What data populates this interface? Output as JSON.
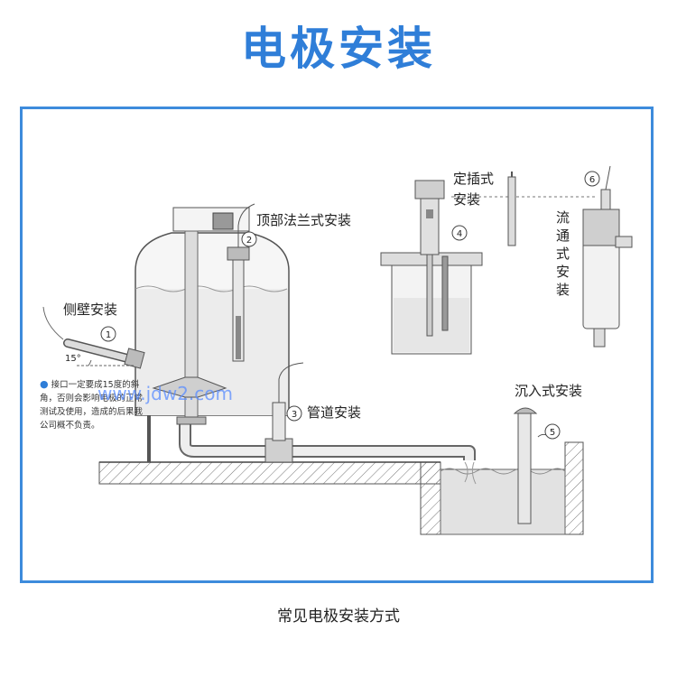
{
  "title": "电极安装",
  "caption": "常见电极安装方式",
  "watermark": "www.jdw2.com",
  "note": "接口一定要成15度的斜角，否则会影响电极的正常测试及使用，造成的后果我公司概不负责。",
  "colors": {
    "accent": "#2f7ed8",
    "frame": "#3d8bdc",
    "line": "#555555",
    "fill": "#e9e9e9"
  },
  "angle_label": "15°",
  "labels": {
    "side_wall": "侧壁安装",
    "top_flange": "顶部法兰式安装",
    "pipeline": "管道安装",
    "immersion": "沉入式安装",
    "insertion_l1": "定插式",
    "insertion_l2": "安装",
    "flow_through": [
      "流",
      "通",
      "式",
      "安",
      "装"
    ]
  },
  "markers": [
    "1",
    "2",
    "3",
    "4",
    "5",
    "6"
  ]
}
